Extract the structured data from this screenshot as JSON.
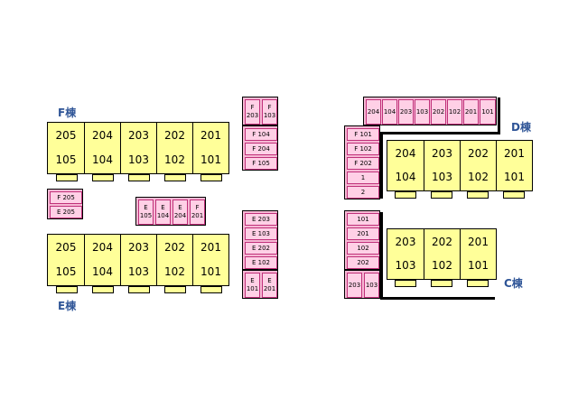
{
  "labels": {
    "f": "F棟",
    "e": "E棟",
    "d": "D棟",
    "c": "C棟"
  },
  "buildings": {
    "F": {
      "units": [
        [
          "205",
          "105"
        ],
        [
          "204",
          "104"
        ],
        [
          "203",
          "103"
        ],
        [
          "202",
          "102"
        ],
        [
          "201",
          "101"
        ]
      ]
    },
    "E": {
      "units": [
        [
          "205",
          "105"
        ],
        [
          "204",
          "104"
        ],
        [
          "203",
          "103"
        ],
        [
          "202",
          "102"
        ],
        [
          "201",
          "101"
        ]
      ]
    },
    "D": {
      "units": [
        [
          "204",
          "104"
        ],
        [
          "203",
          "103"
        ],
        [
          "202",
          "102"
        ],
        [
          "201",
          "101"
        ]
      ]
    },
    "C": {
      "units": [
        [
          "203",
          "103"
        ],
        [
          "202",
          "102"
        ],
        [
          "201",
          "101"
        ]
      ]
    }
  },
  "parking": {
    "f_top": [
      "F 203",
      "F 103"
    ],
    "f_col": [
      "F 104",
      "F 204",
      "F 105"
    ],
    "fe_left": [
      "F 205",
      "E 205"
    ],
    "mid": [
      "E 105",
      "E 104",
      "E 204",
      "F 201"
    ],
    "e_col": [
      "E 203",
      "E 103",
      "E 202",
      "E 102"
    ],
    "e_bottom": [
      "E 101",
      "E 201"
    ],
    "d_row": [
      "204",
      "104",
      "203",
      "103",
      "202",
      "102",
      "201",
      "101"
    ],
    "d_col": [
      "F 101",
      "F 102",
      "F 202",
      "1",
      "2"
    ],
    "c_col": [
      "101",
      "201",
      "102",
      "202"
    ],
    "c_bottom": [
      "203",
      "103"
    ]
  }
}
